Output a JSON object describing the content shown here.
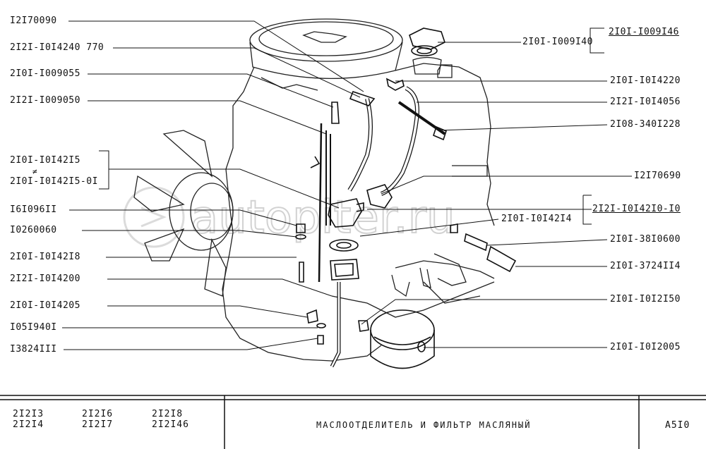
{
  "watermark": "autopiter.ru",
  "labels_left": [
    "I2I70090",
    "2I2I-I0I4240 770",
    "2I0I-I009055",
    "2I2I-I009050",
    "2I0I-I0I42I5",
    "≠",
    "2I0I-I0I42I5-0I",
    "I6I096II",
    "I0260060",
    "2I0I-I0I42I8",
    "2I2I-I0I4200",
    "2I0I-I0I4205",
    "I05I940I",
    "I3824III"
  ],
  "labels_right": [
    "2I0I-I009I46",
    "2I0I-I009I40",
    "2I0I-I0I4220",
    "2I2I-I0I4056",
    "2I08-340I228",
    "I2I70690",
    "2I2I-I0I42I0-I0",
    "2I0I-I0I42I4",
    "2I0I-38I0600",
    "2I0I-3724II4",
    "2I0I-I0I2I50",
    "2I0I-I0I2005"
  ],
  "footer": {
    "models_col1": [
      "2I2I3",
      "2I2I4"
    ],
    "models_col2": [
      "2I2I6",
      "2I2I7"
    ],
    "models_col3": [
      "2I2I8",
      "2I2I46"
    ],
    "title": "МАСЛООТДЕЛИТЕЛЬ  И  ФИЛЬТР  МАСЛЯНЫЙ",
    "code": "A5I0"
  }
}
